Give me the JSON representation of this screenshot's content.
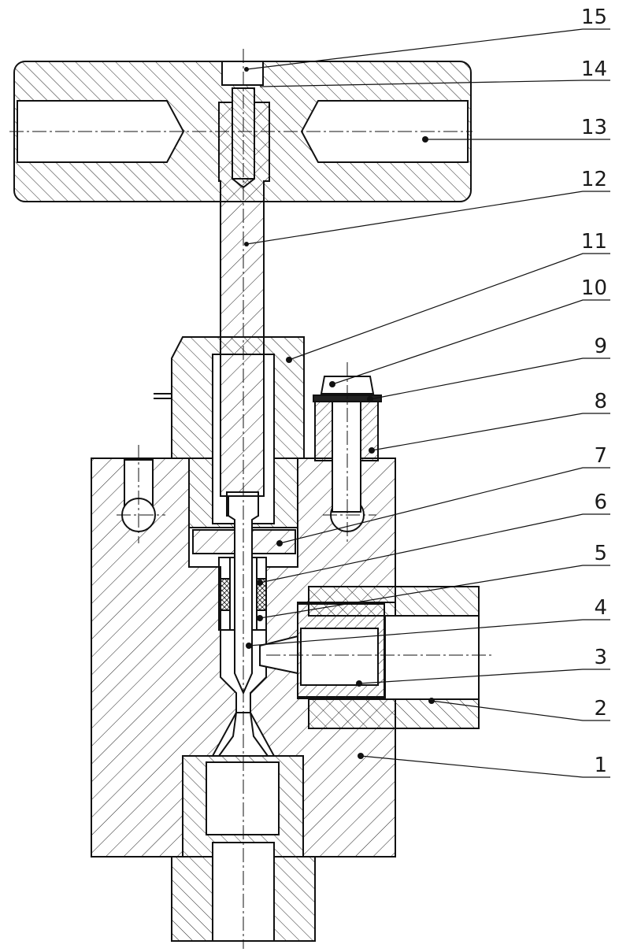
{
  "callouts": [
    {
      "id": 15,
      "text": "15",
      "target": "set-screw"
    },
    {
      "id": 14,
      "text": "14",
      "target": "handle-screw"
    },
    {
      "id": 13,
      "text": "13",
      "target": "t-handle"
    },
    {
      "id": 12,
      "text": "12",
      "target": "stem"
    },
    {
      "id": 11,
      "text": "11",
      "target": "bonnet"
    },
    {
      "id": 10,
      "text": "10",
      "target": "lock-screw-head"
    },
    {
      "id": 9,
      "text": "9",
      "target": "lock-washer"
    },
    {
      "id": 8,
      "text": "8",
      "target": "lock-screw-sleeve"
    },
    {
      "id": 7,
      "text": "7",
      "target": "gland-nut"
    },
    {
      "id": 6,
      "text": "6",
      "target": "packing"
    },
    {
      "id": 5,
      "text": "5",
      "target": "packing-sleeve"
    },
    {
      "id": 4,
      "text": "4",
      "target": "needle-tip"
    },
    {
      "id": 3,
      "text": "3",
      "target": "side-insert"
    },
    {
      "id": 2,
      "text": "2",
      "target": "side-nut"
    },
    {
      "id": 1,
      "text": "1",
      "target": "valve-body"
    }
  ]
}
